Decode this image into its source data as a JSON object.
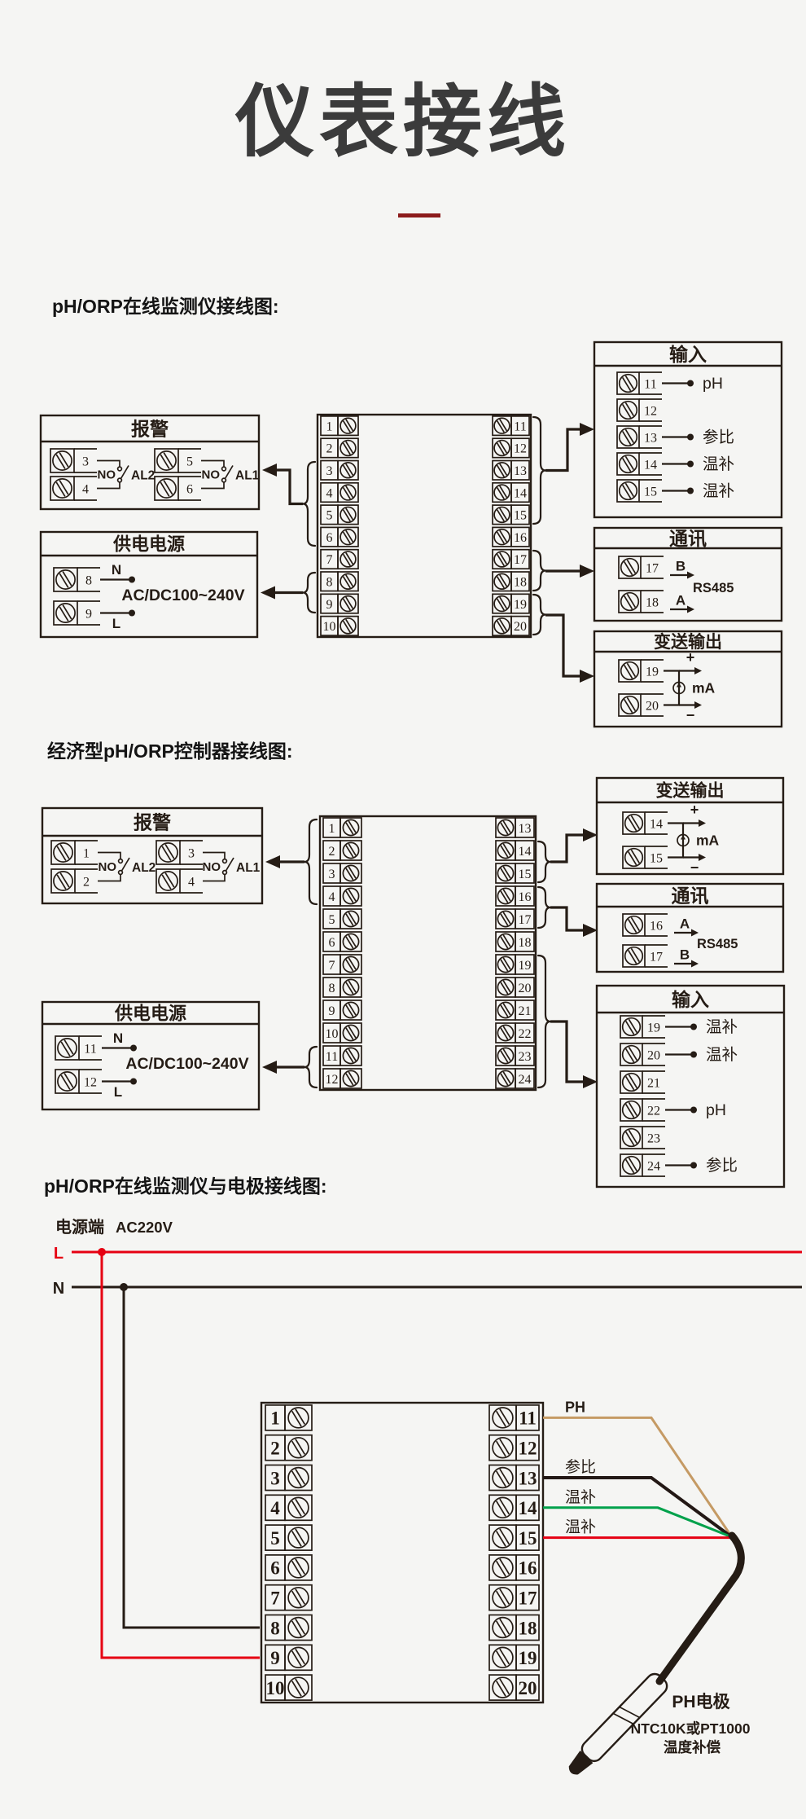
{
  "page": {
    "title": "仪表接线",
    "bg_color": "#f5f5f3",
    "ink_color": "#251c15",
    "title_color": "#3b3b3b",
    "accent_color": "#8c1c1c"
  },
  "wire_colors": {
    "red": "#e60012",
    "green": "#00a14b",
    "tan": "#c59a64",
    "black": "#231815"
  },
  "labels": {
    "alarm": "报警",
    "power": "供电电源",
    "input": "输入",
    "comm": "通讯",
    "out": "变送输出",
    "no": "NO",
    "rs485": "RS485",
    "ma": "mA",
    "plus": "+",
    "minus": "−"
  },
  "diagram1": {
    "section_label": "pH/ORP在线监测仪接线图:",
    "alarm_groups": [
      {
        "t1": "3",
        "t2": "4",
        "name": "AL2"
      },
      {
        "t1": "5",
        "t2": "6",
        "name": "AL1"
      }
    ],
    "power_rows": [
      {
        "t": "8",
        "label": "N"
      },
      {
        "t": "9",
        "label": "L"
      }
    ],
    "power_voltage": "AC/DC100~240V",
    "block_left": [
      "1",
      "2",
      "3",
      "4",
      "5",
      "6",
      "7",
      "8",
      "9",
      "10"
    ],
    "block_right": [
      "11",
      "12",
      "13",
      "14",
      "15",
      "16",
      "17",
      "18",
      "19",
      "20"
    ],
    "input_rows": [
      {
        "t": "11",
        "label": "pH"
      },
      {
        "t": "12",
        "label": ""
      },
      {
        "t": "13",
        "label": "参比"
      },
      {
        "t": "14",
        "label": "温补"
      },
      {
        "t": "15",
        "label": "温补"
      }
    ],
    "comm_rows": [
      {
        "t": "17",
        "label": "B"
      },
      {
        "t": "18",
        "label": "A"
      }
    ],
    "out_rows": [
      "19",
      "20"
    ]
  },
  "diagram2": {
    "section_label": "经济型pH/ORP控制器接线图:",
    "alarm_groups": [
      {
        "t1": "1",
        "t2": "2",
        "name": "AL2"
      },
      {
        "t1": "3",
        "t2": "4",
        "name": "AL1"
      }
    ],
    "power_rows": [
      {
        "t": "11",
        "label": "N"
      },
      {
        "t": "12",
        "label": "L"
      }
    ],
    "power_voltage": "AC/DC100~240V",
    "block_left": [
      "1",
      "2",
      "3",
      "4",
      "5",
      "6",
      "7",
      "8",
      "9",
      "10",
      "11",
      "12"
    ],
    "block_right": [
      "13",
      "14",
      "15",
      "16",
      "17",
      "18",
      "19",
      "20",
      "21",
      "22",
      "23",
      "24"
    ],
    "out_rows": [
      "14",
      "15"
    ],
    "comm_rows": [
      {
        "t": "16",
        "label": "A"
      },
      {
        "t": "17",
        "label": "B"
      }
    ],
    "input_rows": [
      {
        "t": "19",
        "label": "温补"
      },
      {
        "t": "20",
        "label": "温补"
      },
      {
        "t": "21",
        "label": ""
      },
      {
        "t": "22",
        "label": "pH"
      },
      {
        "t": "23",
        "label": ""
      },
      {
        "t": "24",
        "label": "参比"
      }
    ]
  },
  "diagram3": {
    "section_label": "pH/ORP在线监测仪与电极接线图:",
    "source_label": "电源端",
    "source_voltage": "AC220V",
    "live": "L",
    "neutral": "N",
    "block_left": [
      "1",
      "2",
      "3",
      "4",
      "5",
      "6",
      "7",
      "8",
      "9",
      "10"
    ],
    "block_right": [
      "11",
      "12",
      "13",
      "14",
      "15",
      "16",
      "17",
      "18",
      "19",
      "20"
    ],
    "wires": [
      {
        "label": "PH",
        "color": "tan"
      },
      {
        "label": "参比",
        "color": "black"
      },
      {
        "label": "温补",
        "color": "green"
      },
      {
        "label": "温补",
        "color": "red"
      }
    ],
    "electrode": {
      "name": "PH电极",
      "note1": "NTC10K或PT1000",
      "note2": "温度补偿"
    }
  }
}
